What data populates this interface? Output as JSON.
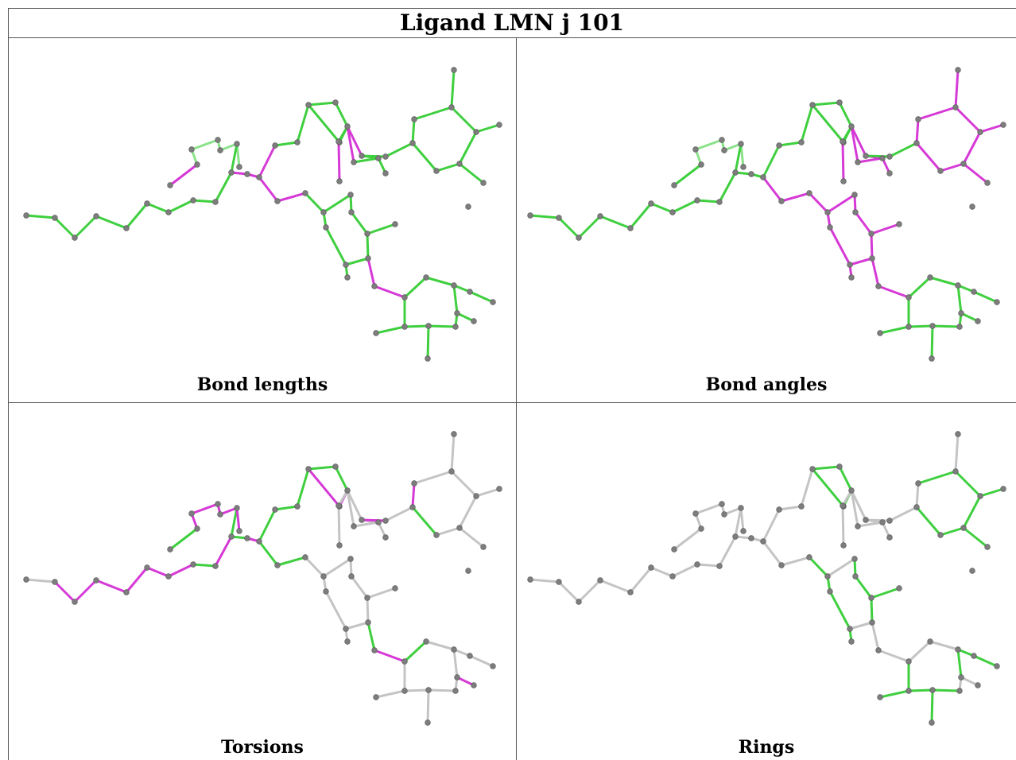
{
  "title": "Ligand LMN j 101",
  "panels": [
    {
      "caption": "Bond lengths"
    },
    {
      "caption": "Bond angles"
    },
    {
      "caption": "Torsions"
    },
    {
      "caption": "Rings"
    }
  ],
  "colors": {
    "good": "#3fcf3f",
    "outlier": "#d63ad6",
    "neutral": "#c4c4c4",
    "atom": "#7d7d7d",
    "grid": "#555555"
  }
}
